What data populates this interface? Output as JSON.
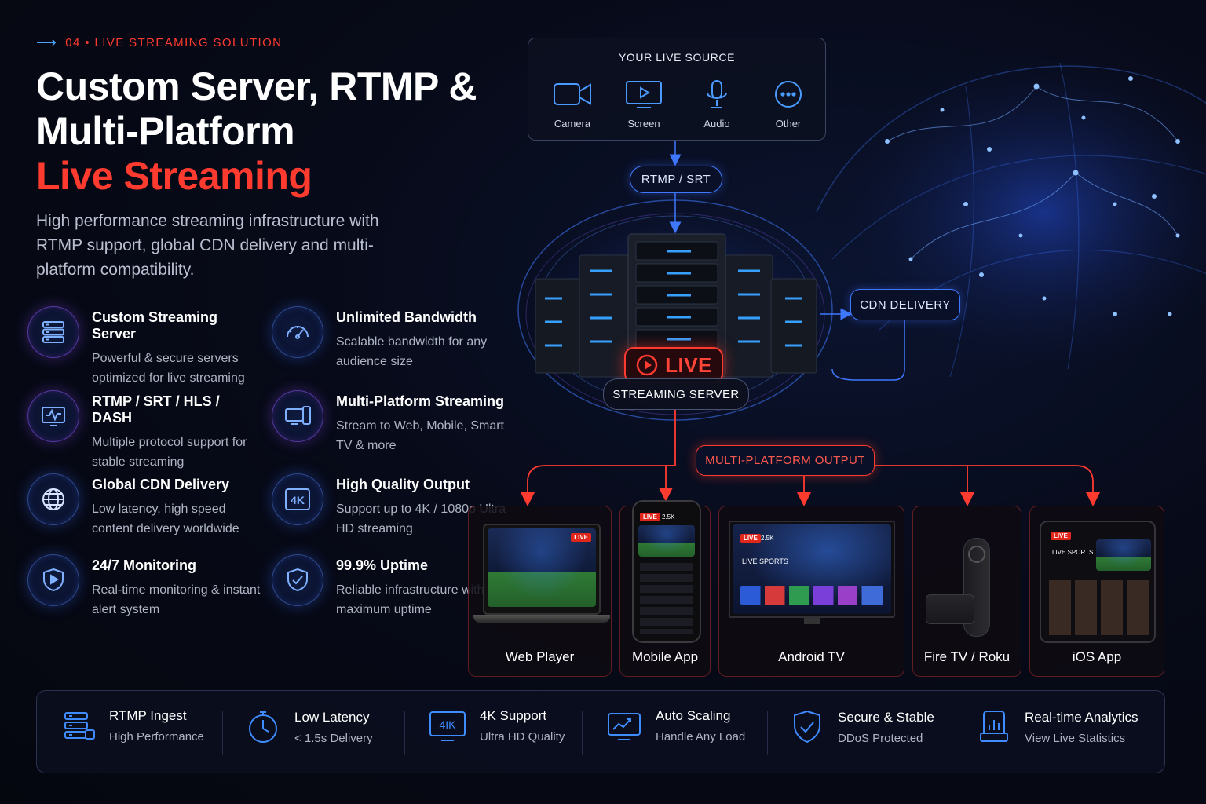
{
  "header": {
    "eyebrow": "04 • LIVE STREAMING SOLUTION",
    "title_line1": "Custom Server, RTMP &",
    "title_line2": "Multi-Platform",
    "title_line3": "Live Streaming",
    "subtitle": "High performance streaming infrastructure with RTMP support, global CDN delivery and multi-platform compatibility."
  },
  "features": [
    {
      "title": "Custom Streaming Server",
      "desc": "Powerful & secure servers optimized for live streaming",
      "icon": "server-icon"
    },
    {
      "title": "Unlimited Bandwidth",
      "desc": "Scalable bandwidth for any audience size",
      "icon": "speedometer-icon"
    },
    {
      "title": "RTMP / SRT / HLS / DASH",
      "desc": "Multiple protocol support for stable streaming",
      "icon": "pulse-monitor-icon"
    },
    {
      "title": "Multi-Platform Streaming",
      "desc": "Stream to Web, Mobile, Smart TV & more",
      "icon": "devices-icon"
    },
    {
      "title": "Global CDN Delivery",
      "desc": "Low latency, high speed content delivery worldwide",
      "icon": "globe-icon"
    },
    {
      "title": "High Quality Output",
      "desc": "Support up to 4K / 1080p Ultra HD streaming",
      "icon": "4k-icon"
    },
    {
      "title": "24/7 Monitoring",
      "desc": "Real-time monitoring & instant alert system",
      "icon": "monitor-shield-icon"
    },
    {
      "title": "99.9% Uptime",
      "desc": "Reliable infrastructure with maximum uptime",
      "icon": "shield-check-icon"
    }
  ],
  "diagram": {
    "source_title": "YOUR LIVE SOURCE",
    "sources": [
      {
        "label": "Camera",
        "icon": "camera-icon"
      },
      {
        "label": "Screen",
        "icon": "screen-icon"
      },
      {
        "label": "Audio",
        "icon": "microphone-icon"
      },
      {
        "label": "Other",
        "icon": "more-icon"
      }
    ],
    "protocol": "RTMP / SRT",
    "live_label": "LIVE",
    "server_label": "STREAMING SERVER",
    "cdn_label": "CDN DELIVERY",
    "output_label": "MULTI-PLATFORM OUTPUT",
    "devices": [
      {
        "label": "Web Player"
      },
      {
        "label": "Mobile App"
      },
      {
        "label": "Android TV"
      },
      {
        "label": "Fire TV / Roku"
      },
      {
        "label": "iOS App"
      }
    ],
    "screen_texts": {
      "live": "LIVE",
      "viewers": "2.5K",
      "live_sports": "LIVE SPORTS"
    }
  },
  "bottom_bar": [
    {
      "title": "RTMP Ingest",
      "sub": "High Performance",
      "icon": "ingest-server-icon"
    },
    {
      "title": "Low Latency",
      "sub": "< 1.5s Delivery",
      "icon": "stopwatch-icon"
    },
    {
      "title": "4K Support",
      "sub": "Ultra HD Quality",
      "icon": "4k-monitor-icon"
    },
    {
      "title": "Auto Scaling",
      "sub": "Handle Any Load",
      "icon": "scaling-monitor-icon"
    },
    {
      "title": "Secure & Stable",
      "sub": "DDoS Protected",
      "icon": "shield-check-icon"
    },
    {
      "title": "Real-time Analytics",
      "sub": "View Live Statistics",
      "icon": "analytics-icon"
    }
  ],
  "colors": {
    "accent_red": "#ff3b30",
    "accent_blue": "#3f78ff",
    "background": "#05070f"
  }
}
